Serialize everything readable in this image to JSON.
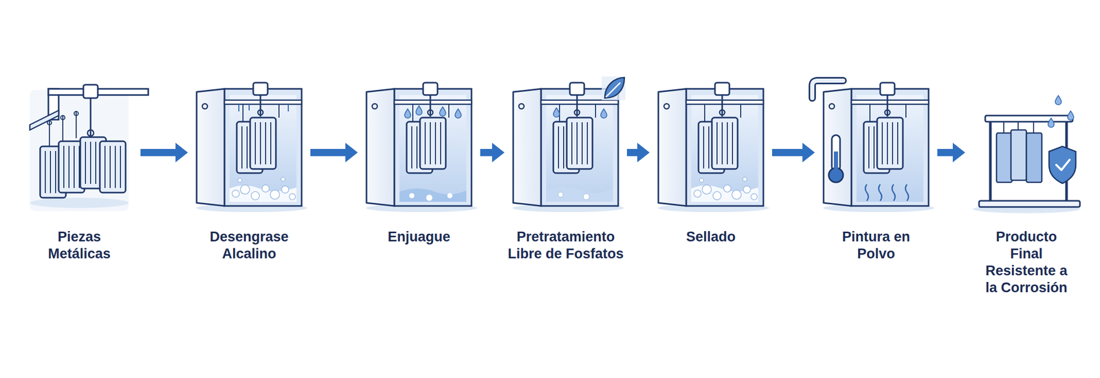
{
  "diagram": {
    "nodes": [
      {
        "text": [
          "Piezas Metálicas"
        ]
      },
      {
        "text": [
          "Desengrase Alcalino"
        ]
      },
      {
        "text": [
          "Enjuague"
        ]
      },
      {
        "text": [
          "Pretratamiento Libre de Fosfatos"
        ]
      },
      {
        "text": [
          "Sellado"
        ]
      },
      {
        "text": [
          "Pintura en Polvo"
        ]
      },
      {
        "text": [
          "Producto Final Resistente a la Corrosión"
        ]
      }
    ],
    "edges": [
      {
        "from": 0,
        "to": 1,
        "arrow": "to"
      },
      {
        "from": 1,
        "to": 2,
        "arrow": "to"
      },
      {
        "from": 2,
        "to": 3,
        "arrow": "to"
      },
      {
        "from": 3,
        "to": 4,
        "arrow": "to"
      },
      {
        "from": 4,
        "to": 5,
        "arrow": "to"
      },
      {
        "from": 5,
        "to": 6,
        "arrow": "to"
      }
    ]
  }
}
